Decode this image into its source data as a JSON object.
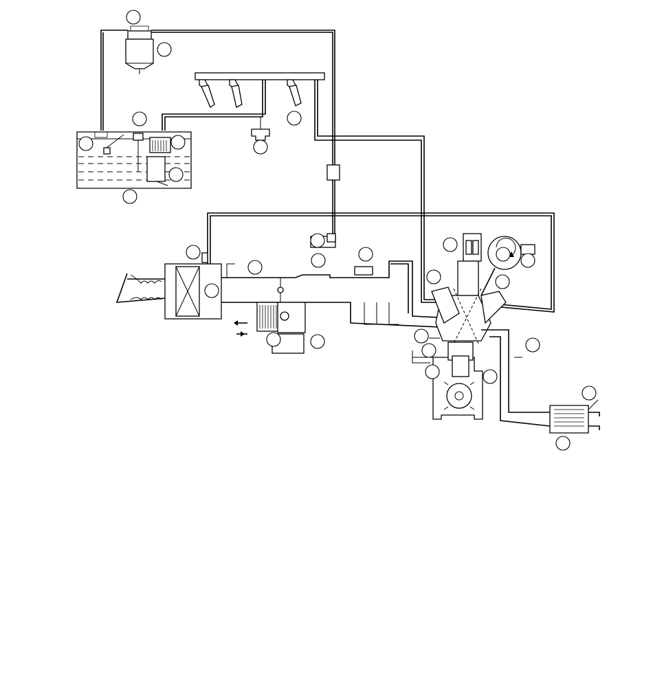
{
  "diagram": {
    "type": "engine-management-system-schematic",
    "callouts": [
      {
        "id": 1,
        "label": ""
      },
      {
        "id": 2,
        "label": ""
      },
      {
        "id": 3,
        "label": ""
      },
      {
        "id": 4,
        "label": ""
      },
      {
        "id": 5,
        "label": ""
      },
      {
        "id": 6,
        "label": ""
      },
      {
        "id": 7,
        "label": ""
      },
      {
        "id": 8,
        "label": ""
      },
      {
        "id": 9,
        "label": ""
      },
      {
        "id": 10,
        "label": ""
      },
      {
        "id": 11,
        "label": ""
      },
      {
        "id": 12,
        "label": ""
      },
      {
        "id": 13,
        "label": ""
      },
      {
        "id": 14,
        "label": ""
      },
      {
        "id": 15,
        "label": ""
      },
      {
        "id": 16,
        "label": ""
      },
      {
        "id": 17,
        "label": ""
      },
      {
        "id": 18,
        "label": ""
      },
      {
        "id": 19,
        "label": ""
      },
      {
        "id": 20,
        "label": ""
      },
      {
        "id": 21,
        "label": ""
      },
      {
        "id": 22,
        "label": ""
      },
      {
        "id": 23,
        "label": ""
      },
      {
        "id": 24,
        "label": ""
      },
      {
        "id": 25,
        "label": ""
      },
      {
        "id": 26,
        "label": ""
      },
      {
        "id": 27,
        "label": ""
      },
      {
        "id": 28,
        "label": ""
      },
      {
        "id": 29,
        "label": ""
      }
    ],
    "colors": {
      "line": "#000000",
      "background": "#ffffff"
    }
  }
}
